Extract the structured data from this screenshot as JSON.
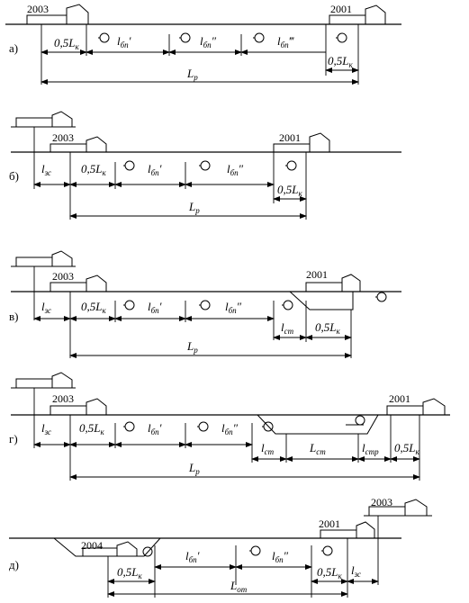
{
  "labels": {
    "loco_a_left": "2003",
    "loco_a_right": "2001",
    "loco_b_left": "2003",
    "loco_b_right": "2001",
    "loco_c_left": "2003",
    "loco_c_right": "2001",
    "loco_d_left": "2003",
    "loco_d_right": "2001",
    "loco_e_left": "2004",
    "loco_e_mid": "2001",
    "loco_e_right": "2003"
  },
  "panels": [
    {
      "id": "а",
      "letter": "а)"
    },
    {
      "id": "б",
      "letter": "б)"
    },
    {
      "id": "в",
      "letter": "в)"
    },
    {
      "id": "г",
      "letter": "г)"
    },
    {
      "id": "д",
      "letter": "д)"
    }
  ],
  "dims": {
    "half_L": "0,5L",
    "half_L_sub": "к",
    "l_bp": "l",
    "l_bp_sub": "бп",
    "L_r": "L",
    "L_r_sub": "р",
    "l_zs": "l",
    "l_zs_sub": "зс",
    "l_st": "l",
    "l_st_sub": "ст",
    "L_st": "L",
    "L_st_sub": "ст",
    "l_str": "l",
    "l_str_sub": "стр",
    "L_ot": "L",
    "L_ot_sub": "от"
  },
  "primes": {
    "p1": "′",
    "p2": "″",
    "p3": "‴"
  }
}
